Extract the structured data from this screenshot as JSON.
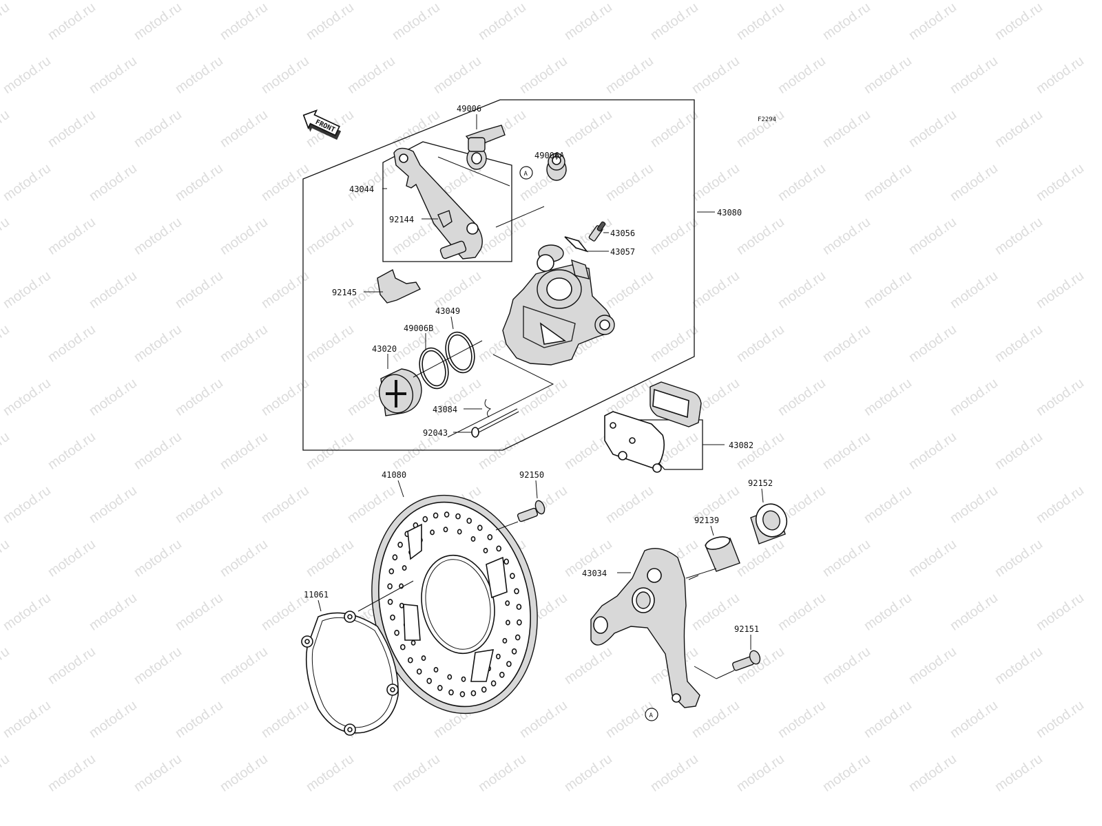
{
  "watermark": "motod.ru",
  "diagram_code": "F2294",
  "front_arrow_label": "FRONT",
  "ref_marker": "A",
  "parts": [
    {
      "id": "49006",
      "label": "49006"
    },
    {
      "id": "49006A",
      "label": "49006A"
    },
    {
      "id": "43044",
      "label": "43044"
    },
    {
      "id": "92144",
      "label": "92144"
    },
    {
      "id": "43080",
      "label": "43080"
    },
    {
      "id": "43056",
      "label": "43056"
    },
    {
      "id": "43057",
      "label": "43057"
    },
    {
      "id": "92145",
      "label": "92145"
    },
    {
      "id": "43049",
      "label": "43049"
    },
    {
      "id": "49006B",
      "label": "49006B"
    },
    {
      "id": "43020",
      "label": "43020"
    },
    {
      "id": "43084",
      "label": "43084"
    },
    {
      "id": "92043",
      "label": "92043"
    },
    {
      "id": "43082",
      "label": "43082"
    },
    {
      "id": "41080",
      "label": "41080"
    },
    {
      "id": "92150",
      "label": "92150"
    },
    {
      "id": "92152",
      "label": "92152"
    },
    {
      "id": "92139",
      "label": "92139"
    },
    {
      "id": "43034",
      "label": "43034"
    },
    {
      "id": "11061",
      "label": "11061"
    },
    {
      "id": "92151",
      "label": "92151"
    }
  ]
}
